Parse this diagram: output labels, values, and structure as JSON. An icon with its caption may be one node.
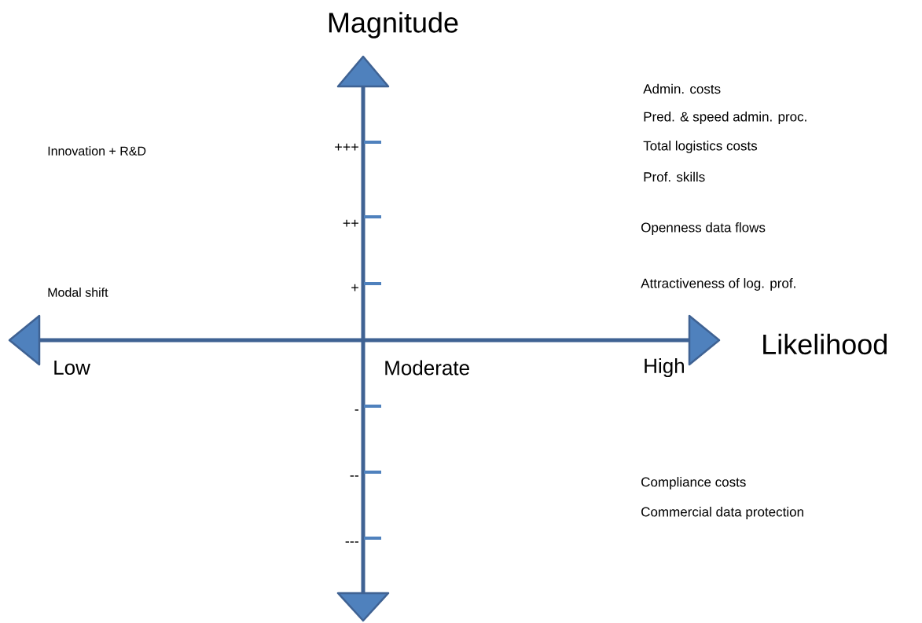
{
  "diagram": {
    "labels": [
      "Magnitude",
      "Admin. costs",
      "Pred. & speed admin. proc.",
      "Innovation + R&D",
      "+++",
      "Total logistics costs",
      "Prof. skills",
      "++",
      "Openness data flows",
      "Modal shift",
      "+",
      "Attractiveness of log. prof.",
      "Likelihood",
      "Low",
      "Moderate",
      "High",
      "-",
      "Compliance costs",
      "--",
      "Commercial data protection",
      "---"
    ]
  }
}
